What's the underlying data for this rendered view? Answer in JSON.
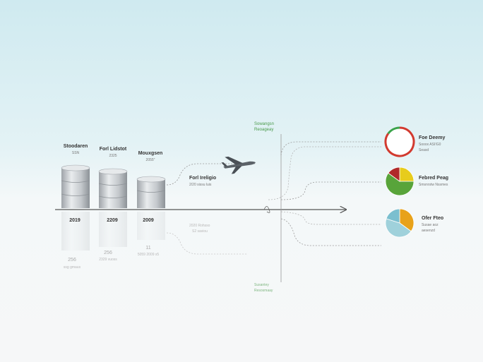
{
  "storage": [
    {
      "name": "Stoodaren",
      "sub": "SSN",
      "value": "2019",
      "ghost_value": "256",
      "ghost_sub": "ssg gmaus"
    },
    {
      "name": "Forl Lidstot",
      "sub": "2325",
      "value": "2209",
      "ghost_value": "256",
      "ghost_sub": "2329 vuoss"
    },
    {
      "name": "Mouxgsen",
      "sub": "2055\"",
      "value": "2009",
      "ghost_value": "11",
      "ghost_sub": "5059 2009 x5"
    }
  ],
  "flight": {
    "title": "Forl Ireligio",
    "sub": "2/20 sissu luis",
    "ghost_a": "2020 Rohsso",
    "ghost_b": "S2 saviou"
  },
  "hub": {
    "top_title": "Sowangsn",
    "top_sub": "Reoageay",
    "bottom_title": "Susantey",
    "bottom_sub": "Resosmaay"
  },
  "destinations": [
    {
      "title": "Foe Deemy",
      "sub": "Sooox ASI!G0\nSeasd",
      "colors": [
        "#d23a2f",
        "#3aa34a"
      ],
      "shares": [
        0.85,
        0.15
      ]
    },
    {
      "title": "Febred Peag",
      "sub": "Smsnrstw Nssmes",
      "colors": [
        "#e7cc1c",
        "#58a43a",
        "#b02a2a"
      ],
      "shares": [
        0.25,
        0.6,
        0.15
      ]
    },
    {
      "title": "Ofer Fteo",
      "sub": "Susae aoz\naesenzd",
      "colors": [
        "#e8a21a",
        "#9fd1db",
        "#7bbfcf"
      ],
      "shares": [
        0.35,
        0.45,
        0.2
      ]
    }
  ],
  "colors": {
    "axis": "#555555",
    "connector": "#9a9a9a",
    "accent_green": "#4a9a4a"
  }
}
